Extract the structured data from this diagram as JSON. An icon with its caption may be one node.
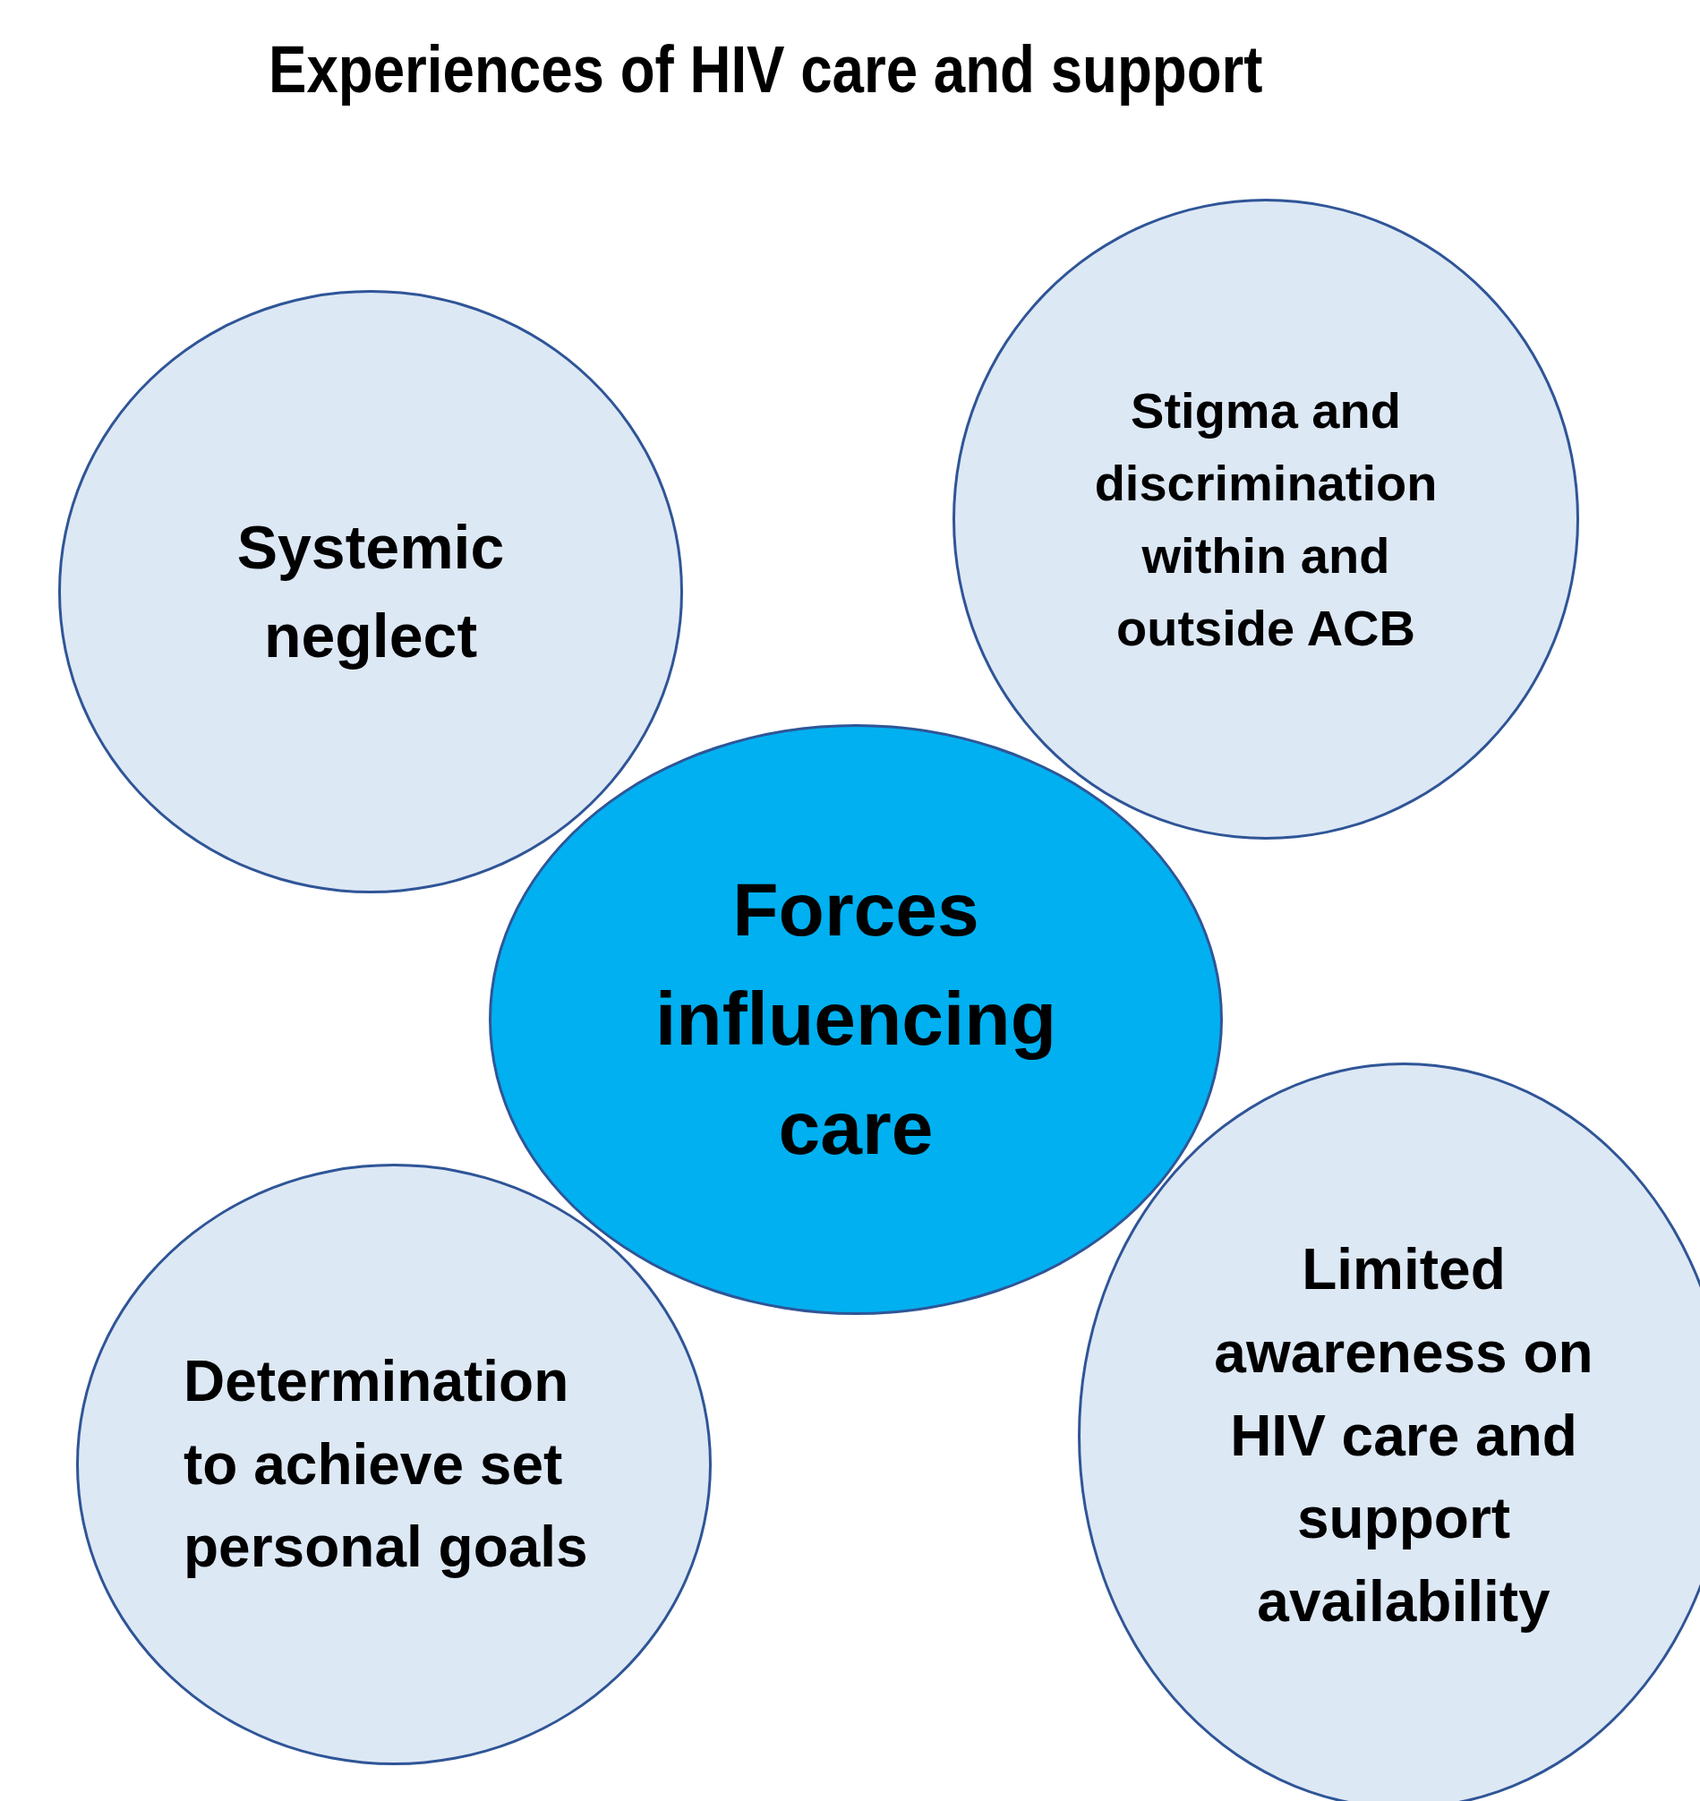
{
  "diagram": {
    "title": "Experiences of HIV care and support",
    "nodes": [
      {
        "text": [
          "Systemic neglect"
        ]
      },
      {
        "text": [
          "Stigma and discrimination within and outside ACB"
        ]
      },
      {
        "text": [
          "Forces influencing care"
        ]
      },
      {
        "text": [
          "Determination to achieve set personal goals"
        ]
      },
      {
        "text": [
          "Limited awareness on HIV care and support availability"
        ]
      }
    ],
    "edges": []
  }
}
